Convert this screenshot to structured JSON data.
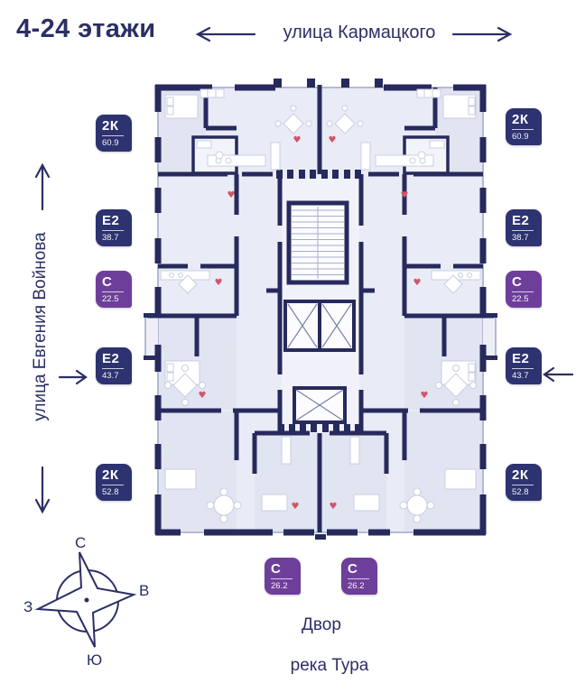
{
  "header": {
    "floors_title": "4-24 этажи"
  },
  "streets": {
    "top": "улица Кармацкого",
    "left": "улица Евгения Войнова"
  },
  "surroundings": {
    "yard": "Двор",
    "river": "река Тура"
  },
  "compass": {
    "north": "С",
    "east": "В",
    "south": "Ю",
    "west": "З"
  },
  "colors": {
    "text_navy": "#2b2f66",
    "wall_navy": "#262a5c",
    "badge_navy": "#2d3270",
    "badge_purple": "#6e3f9a",
    "interior_fill": "#e9ebf6",
    "heart_red": "#cf5668"
  },
  "apartments": {
    "left": [
      {
        "type": "2К",
        "area": "60.9"
      },
      {
        "type": "Е2",
        "area": "38.7"
      },
      {
        "type": "С",
        "area": "22.5"
      },
      {
        "type": "Е2",
        "area": "43.7"
      },
      {
        "type": "2К",
        "area": "52.8"
      }
    ],
    "right": [
      {
        "type": "2К",
        "area": "60.9"
      },
      {
        "type": "Е2",
        "area": "38.7"
      },
      {
        "type": "С",
        "area": "22.5"
      },
      {
        "type": "Е2",
        "area": "43.7"
      },
      {
        "type": "2К",
        "area": "52.8"
      }
    ],
    "bottom": [
      {
        "type": "С",
        "area": "26.2"
      },
      {
        "type": "С",
        "area": "26.2"
      }
    ]
  }
}
